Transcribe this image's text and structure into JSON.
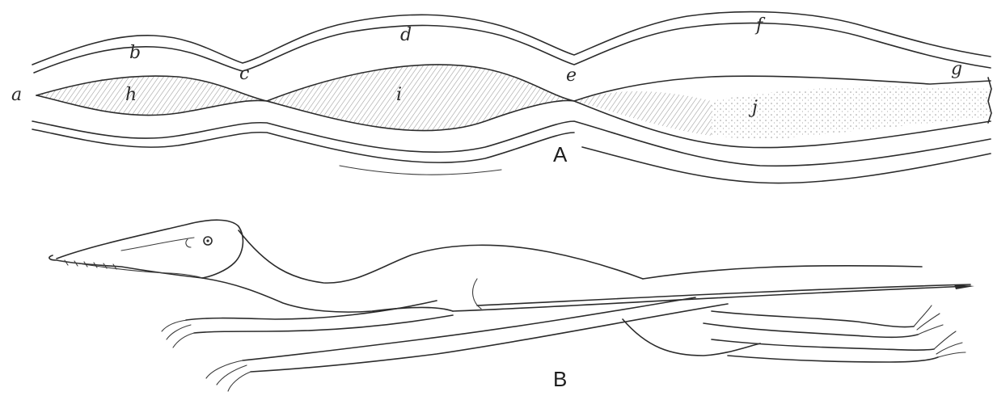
{
  "figures": {
    "a_caption": "A",
    "b_caption": "B"
  },
  "wave_labels": {
    "a": "a",
    "b": "b",
    "c": "c",
    "d": "d",
    "e": "e",
    "f": "f",
    "g": "g",
    "h": "h",
    "i": "i",
    "j": "j"
  }
}
